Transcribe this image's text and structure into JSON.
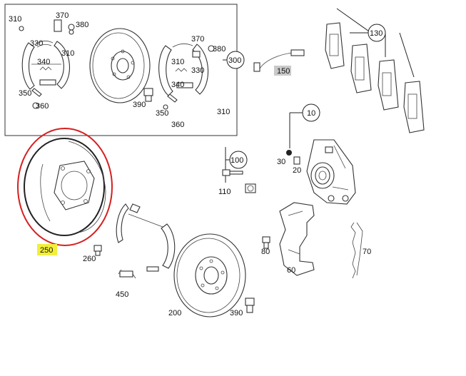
{
  "callouts": {
    "c300": "300",
    "c130": "130",
    "c10": "10",
    "c100": "100"
  },
  "labels": {
    "l310a": "310",
    "l370a": "370",
    "l380a": "380",
    "l330a": "330",
    "l310b": "310",
    "l340a": "340",
    "l350a": "350",
    "l360a": "360",
    "l370b": "370",
    "l380b": "380",
    "l310c": "310",
    "l330b": "330",
    "l340b": "340",
    "l390a": "390",
    "l350b": "350",
    "l360b": "360",
    "l310d": "310",
    "l150": "150",
    "l30": "30",
    "l20": "20",
    "l110": "110",
    "l80": "80",
    "l60": "60",
    "l70": "70",
    "l250": "250",
    "l260": "260",
    "l450": "450",
    "l200": "200",
    "l390b": "390"
  },
  "colors": {
    "highlight_fill": "#f2ee3a",
    "gray_fill": "#c9c9c9",
    "circle_mark": "#d42020"
  }
}
